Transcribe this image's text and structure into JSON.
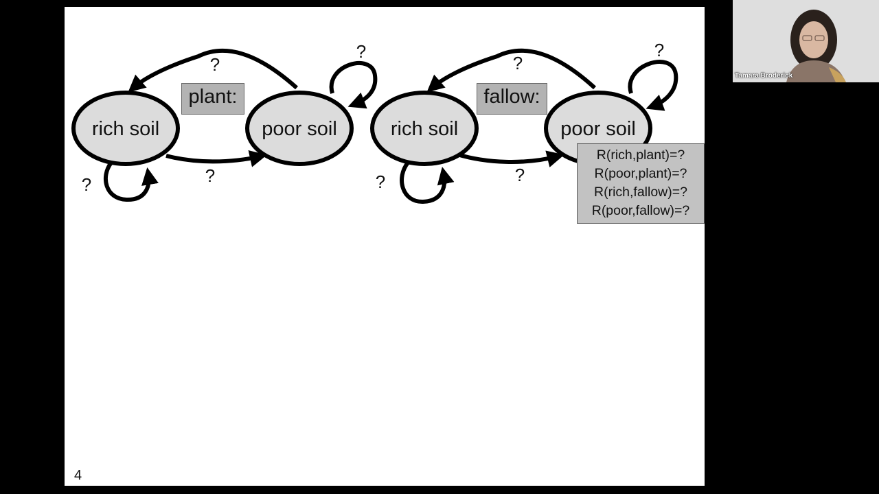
{
  "slide": {
    "slide_number": "4",
    "left_diagram": {
      "action_label": "plant:",
      "states": [
        "rich soil",
        "poor soil"
      ],
      "transition_labels": [
        "?",
        "?",
        "?",
        "?"
      ]
    },
    "right_diagram": {
      "action_label": "fallow:",
      "states": [
        "rich soil",
        "poor soil"
      ],
      "transition_labels": [
        "?",
        "?",
        "?",
        "?"
      ]
    },
    "rewards": [
      "R(rich,plant)=?",
      "R(poor,plant)=?",
      "R(rich,fallow)=?",
      "R(poor,fallow)=?"
    ]
  },
  "webcam": {
    "participant_name": "Tamara Broderick"
  },
  "colors": {
    "node_fill": "#dcdcdc",
    "node_stroke": "#000000",
    "action_box_fill": "#b3b3b3",
    "reward_box_fill": "#c2c2c2",
    "background": "#000000",
    "slide": "#ffffff"
  }
}
